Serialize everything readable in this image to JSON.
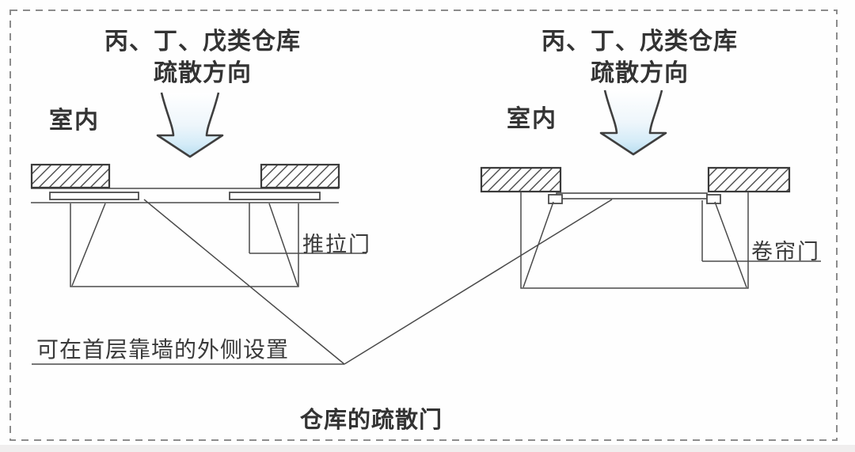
{
  "figure": {
    "caption": "仓库的疏散门",
    "note": "可在首层靠墙的外侧设置",
    "left_panel": {
      "header_line1": "丙、丁、戊类仓库",
      "header_line2": "疏散方向",
      "room_label": "室内",
      "door_label": "推拉门"
    },
    "right_panel": {
      "header_line1": "丙、丁、戊类仓库",
      "header_line2": "疏散方向",
      "room_label": "室内",
      "door_label": "卷帘门"
    },
    "icons": {
      "left_arrow": "evacuation-direction-down-arrow",
      "right_arrow": "evacuation-direction-down-arrow"
    },
    "colors": {
      "line": "#4a4a4a",
      "text": "#2f2f2f",
      "border_dash": "#8c8c8c",
      "arrow_fill_top": "#ffffff",
      "arrow_fill_bottom": "#b8ddf0"
    }
  }
}
